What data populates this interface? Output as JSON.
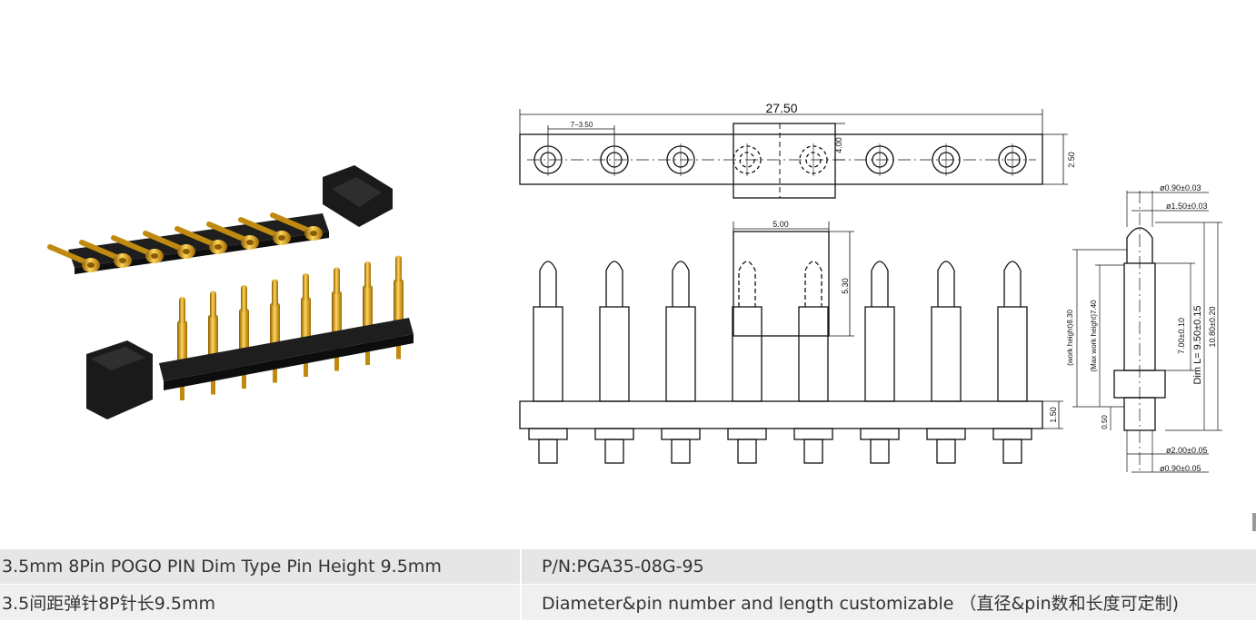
{
  "drawing": {
    "top_view": {
      "overall_length": "27.50",
      "pitch": "7−3.50",
      "width": "2.50",
      "housing_width": "4.00"
    },
    "side_view": {
      "housing_length": "5.00",
      "housing_height": "5.30",
      "base_height": "1.50"
    },
    "pin_detail": {
      "tip_diameter": "ø0.90±0.03",
      "plunger_diameter": "ø1.50±0.03",
      "work_height": "(work height)8.30",
      "max_work_height": "(Max work height)7.40",
      "plunger_length": "7.00±0.10",
      "pin_length": "Dim  L= 9.50±0.15",
      "total_length": "10.80±0.20",
      "collar_thickness": "0.50",
      "barrel_diameter": "ø2.00±0.05",
      "tail_diameter": "ø0.90±0.05"
    }
  },
  "colors": {
    "gold": "#d4a017",
    "housing": "#1f1f1f",
    "line": "#111111"
  },
  "spec_table": {
    "rows": [
      {
        "left": "3.5mm 8Pin POGO PIN Dim Type Pin Height 9.5mm",
        "right": "P/N:PGA35-08G-95"
      },
      {
        "left": "3.5间距弹针8P针长9.5mm",
        "right": "Diameter&pin number and length customizable （直径&pin数和长度可定制)"
      }
    ]
  }
}
